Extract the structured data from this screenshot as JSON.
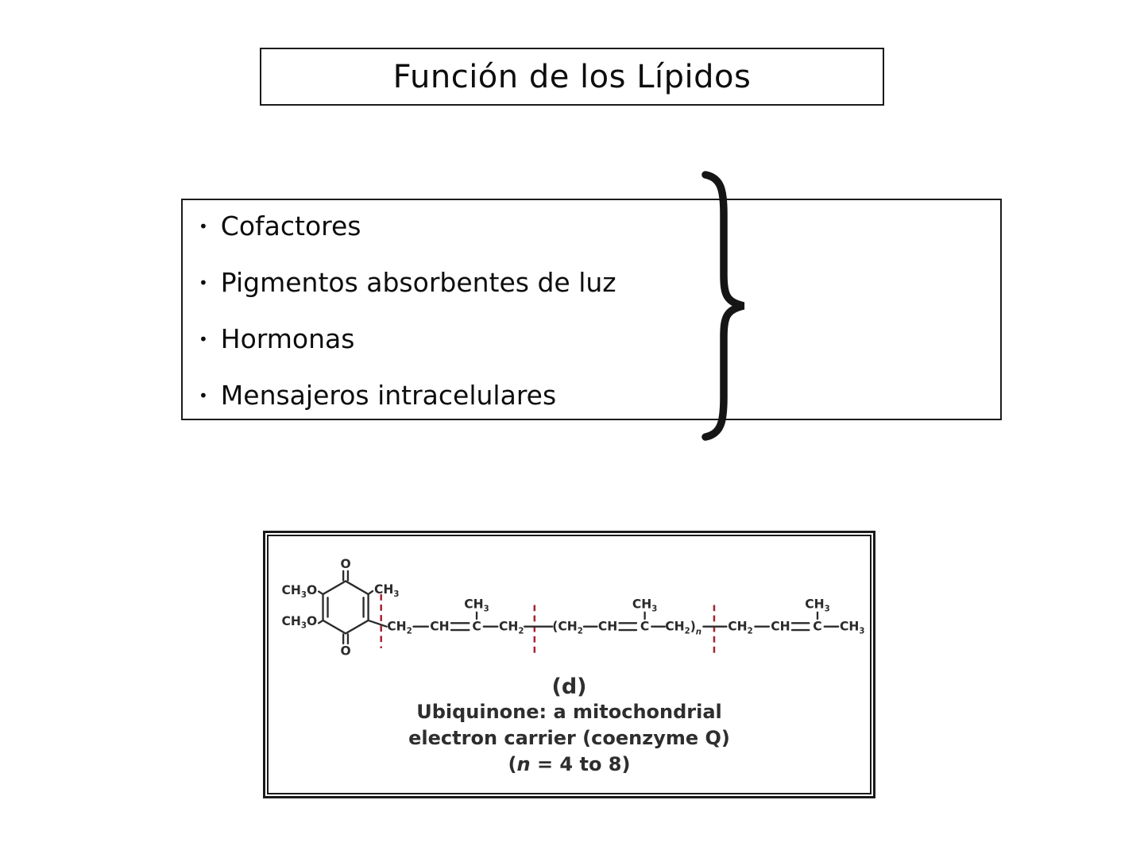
{
  "colors": {
    "ink": "#1b1b1b",
    "figure_ink": "#2b2b2b",
    "divider_red": "#a42531"
  },
  "title": {
    "text": "Función de los Lípidos"
  },
  "functions_list": {
    "bullet": "•",
    "items": [
      {
        "label": "Cofactores"
      },
      {
        "label": "Pigmentos absorbentes de luz"
      },
      {
        "label": "Hormonas"
      },
      {
        "label": "Mensajeros intracelulares"
      }
    ]
  },
  "figure": {
    "panel_label": "(d)",
    "caption_line1": "Ubiquinone: a mitochondrial",
    "caption_line2": "electron carrier (coenzyme Q)",
    "caption_n": {
      "open": "(",
      "var": "n",
      "rest": " = 4 to 8)"
    },
    "structure": {
      "oxygen_top": "O",
      "oxygen_bottom": "O",
      "methoxy_upper": {
        "text": "CH",
        "sub": "3",
        "tail": "O"
      },
      "methoxy_lower": {
        "text": "CH",
        "sub": "3",
        "tail": "O"
      },
      "ring_methyl": {
        "text": "CH",
        "sub": "3"
      },
      "isoprene_methyls": [
        {
          "text": "CH",
          "sub": "3"
        },
        {
          "text": "CH",
          "sub": "3"
        },
        {
          "text": "CH",
          "sub": "3"
        }
      ],
      "chain": [
        {
          "text": "CH",
          "sub": "2"
        },
        {
          "text": "CH"
        },
        {
          "text": "C"
        },
        {
          "text": "CH",
          "sub": "2"
        },
        {
          "text": "(CH",
          "sub": "2"
        },
        {
          "text": "CH"
        },
        {
          "text": "C"
        },
        {
          "text": "CH",
          "sub": "2",
          "close": ")",
          "nsub": "n"
        },
        {
          "text": "CH",
          "sub": "2"
        },
        {
          "text": "CH"
        },
        {
          "text": "C"
        },
        {
          "text": "CH",
          "sub": "3"
        }
      ]
    }
  }
}
